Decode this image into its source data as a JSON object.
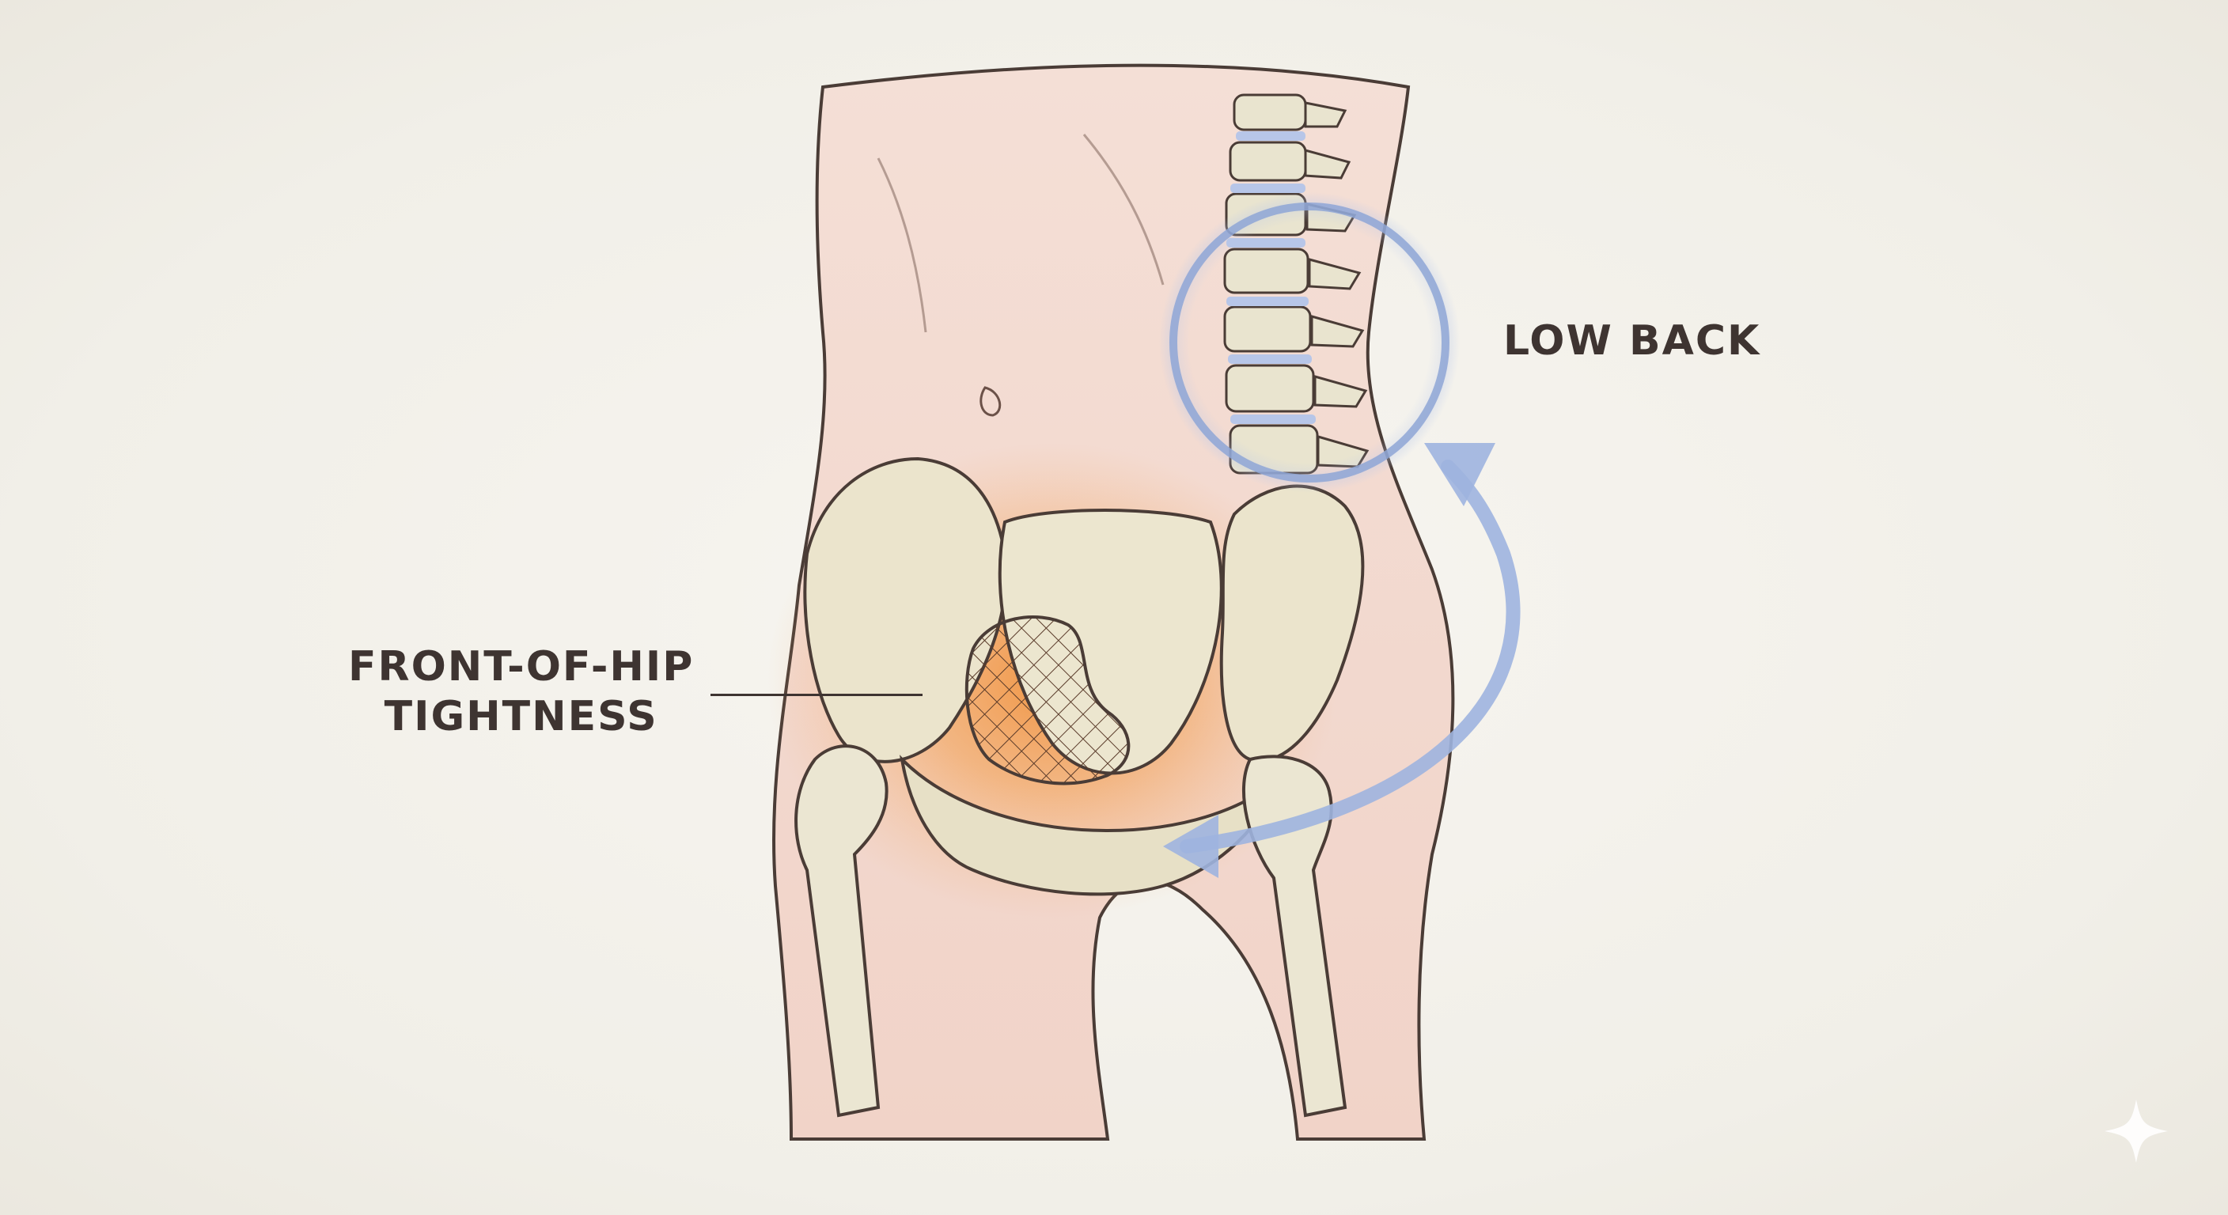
{
  "labels": {
    "low_back": "LOW BACK",
    "hip_line_1": "FRONT-OF-HIP",
    "hip_line_2": "TIGHTNESS"
  },
  "colors": {
    "background": "#f4f2ec",
    "skin": "#f3d9cf",
    "bone": "#e7e3cf",
    "outline": "#4a3c36",
    "inflammation": "#f08a2c",
    "highlight_ring": "#8ea6d6",
    "arrow": "#9fb4df",
    "label_text": "#3e3431"
  },
  "icons": {
    "sparkle": "sparkle-icon"
  }
}
